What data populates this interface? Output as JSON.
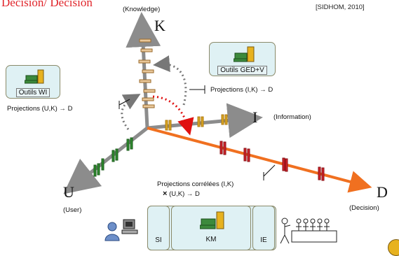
{
  "header": {
    "title": "Décision/ Décision",
    "reference": "[SIDHOM, 2010]"
  },
  "axes": {
    "k": {
      "letter": "K",
      "label": "(Knowledge)"
    },
    "i": {
      "letter": "I",
      "label": "(Information)"
    },
    "u": {
      "letter": "U",
      "label": "(User)"
    },
    "d": {
      "letter": "D",
      "label": "(Decision)"
    }
  },
  "tools": {
    "wi": "Outils WI",
    "ged": "Outils GED+V"
  },
  "projections": {
    "uk_d": "Projections (U,K) → D",
    "ik_d": "Projections (I,K) → D",
    "correlated_line1": "Projections corrélées (I,K)",
    "correlated_line2": "(U,K) → D",
    "cross": "×"
  },
  "bottom_bar": {
    "si": "SI",
    "km": "KM",
    "ie": "IE"
  },
  "colors": {
    "axis_gray": "#8c8c8c",
    "decision_orange": "#f07020",
    "title_red": "#e0242a",
    "k_marks": "#e8c79a",
    "u_marks": "#2e8b2e",
    "d_marks": "#d0232a",
    "i_marks": "#d9a520",
    "projection_red": "#e01010",
    "box_fill": "#dff1f4"
  },
  "icons": [
    "computer-icon",
    "user-at-computer-icon",
    "meeting-audience-icon",
    "corner-badge-icon"
  ]
}
